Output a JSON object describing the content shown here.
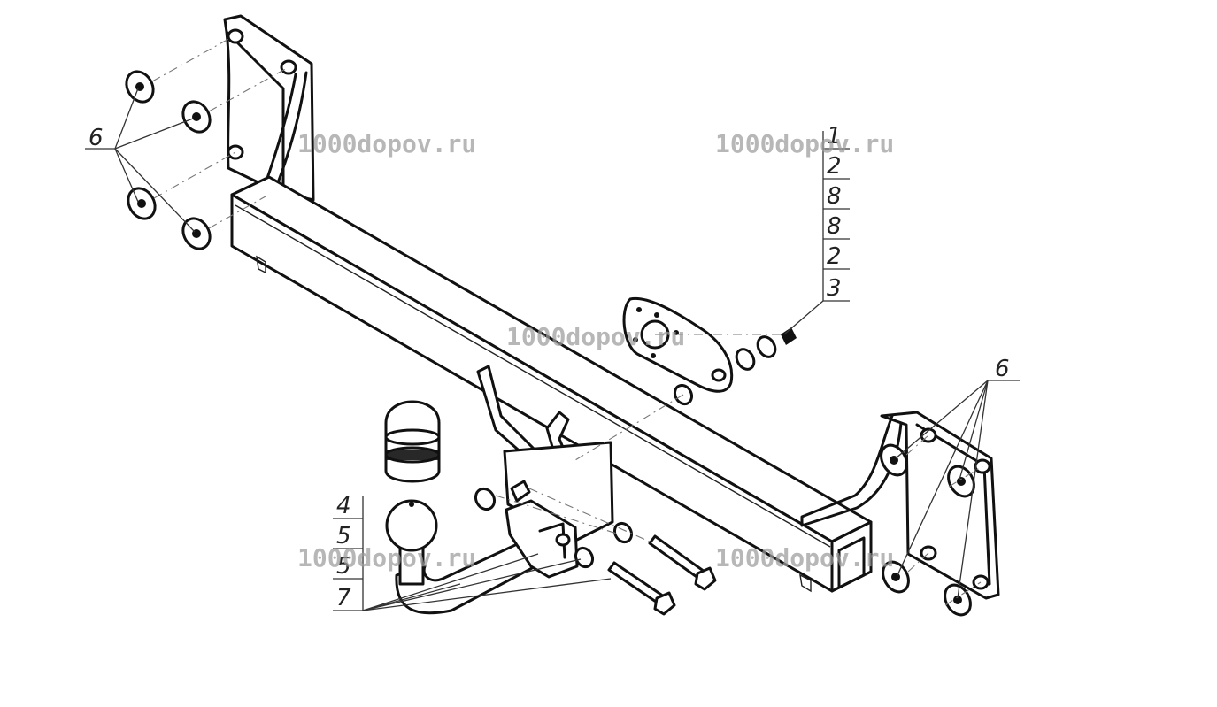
{
  "watermark": "1000dopov.ru",
  "callouts": {
    "left_group": "6",
    "right_group": "6",
    "stack_right": [
      "1",
      "2",
      "8",
      "8",
      "2",
      "3"
    ],
    "stack_left": [
      "4",
      "5",
      "5",
      "7"
    ]
  },
  "colors": {
    "line": "#111111",
    "background": "#ffffff",
    "watermark": "#9c9c9c"
  }
}
